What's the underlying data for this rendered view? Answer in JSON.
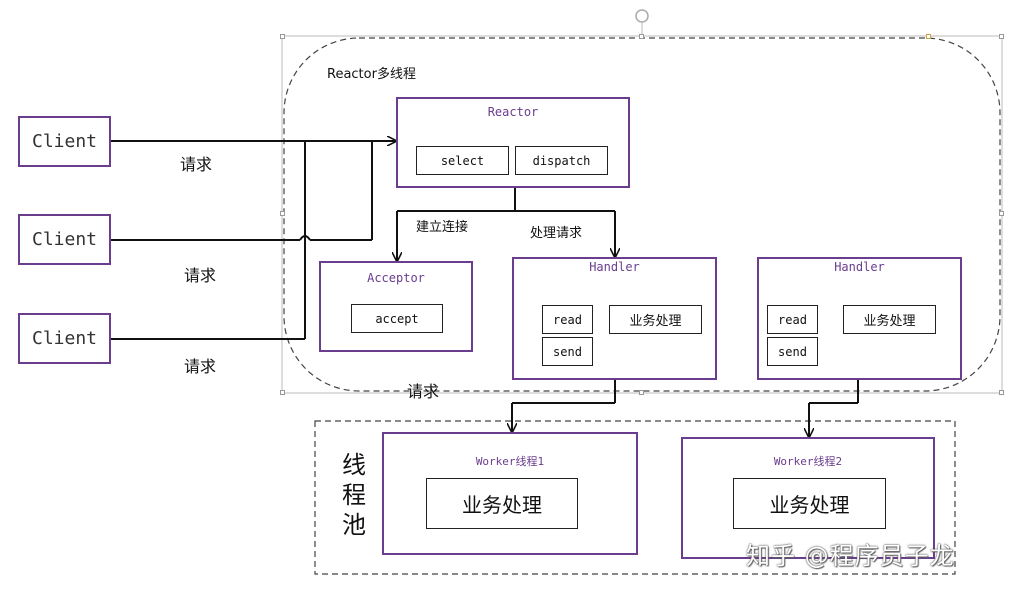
{
  "outer_label": "Reactor多线程",
  "clients": [
    "Client",
    "Client",
    "Client"
  ],
  "request_labels": [
    "请求",
    "请求",
    "请求",
    "请求"
  ],
  "reactor": {
    "title": "Reactor",
    "select": "select",
    "dispatch": "dispatch"
  },
  "edge_labels": {
    "connect": "建立连接",
    "handle": "处理请求"
  },
  "acceptor": {
    "title": "Acceptor",
    "accept": "accept"
  },
  "handlers": [
    {
      "title": "Handler",
      "read": "read",
      "send": "send",
      "biz": "业务处理"
    },
    {
      "title": "Handler",
      "read": "read",
      "send": "send",
      "biz": "业务处理"
    }
  ],
  "pool_label": "线程池",
  "workers": [
    {
      "title": "Worker线程1",
      "biz": "业务处理"
    },
    {
      "title": "Worker线程2",
      "biz": "业务处理"
    }
  ],
  "watermark": "知乎 @程序员子龙",
  "colors": {
    "box_border": "#6a3d8e",
    "line": "#111111",
    "dashed": "#555555"
  }
}
